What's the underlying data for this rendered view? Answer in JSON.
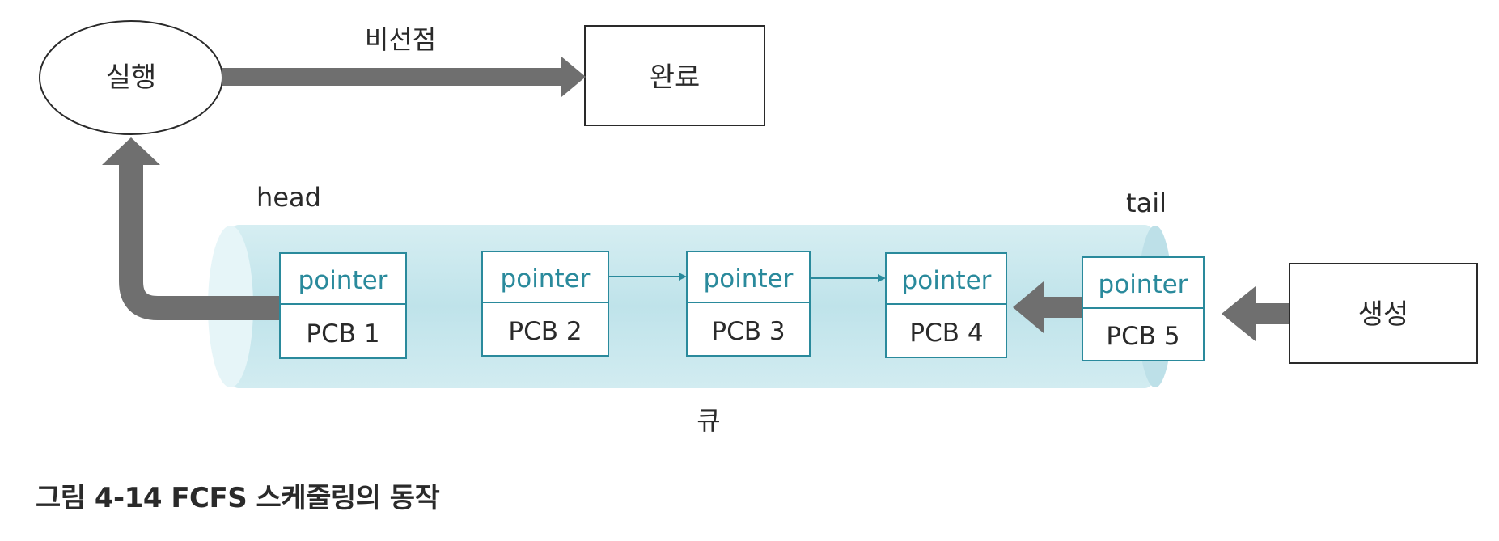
{
  "nodes": {
    "running": "실행",
    "done": "완료",
    "create": "생성"
  },
  "labels": {
    "non_preemptive": "비선점",
    "head": "head",
    "tail": "tail",
    "queue": "큐"
  },
  "pcbs": [
    {
      "pointer": "pointer",
      "name": "PCB 1"
    },
    {
      "pointer": "pointer",
      "name": "PCB 2"
    },
    {
      "pointer": "pointer",
      "name": "PCB 3"
    },
    {
      "pointer": "pointer",
      "name": "PCB 4"
    },
    {
      "pointer": "pointer",
      "name": "PCB 5"
    }
  ],
  "caption": "그림 4-14  FCFS 스케줄링의 동작",
  "colors": {
    "arrow_gray": "#6f6f6f",
    "queue_tube": "#c5e5ec",
    "pcb_border": "#2a8a9c",
    "link_arrow": "#2a8a9c"
  }
}
